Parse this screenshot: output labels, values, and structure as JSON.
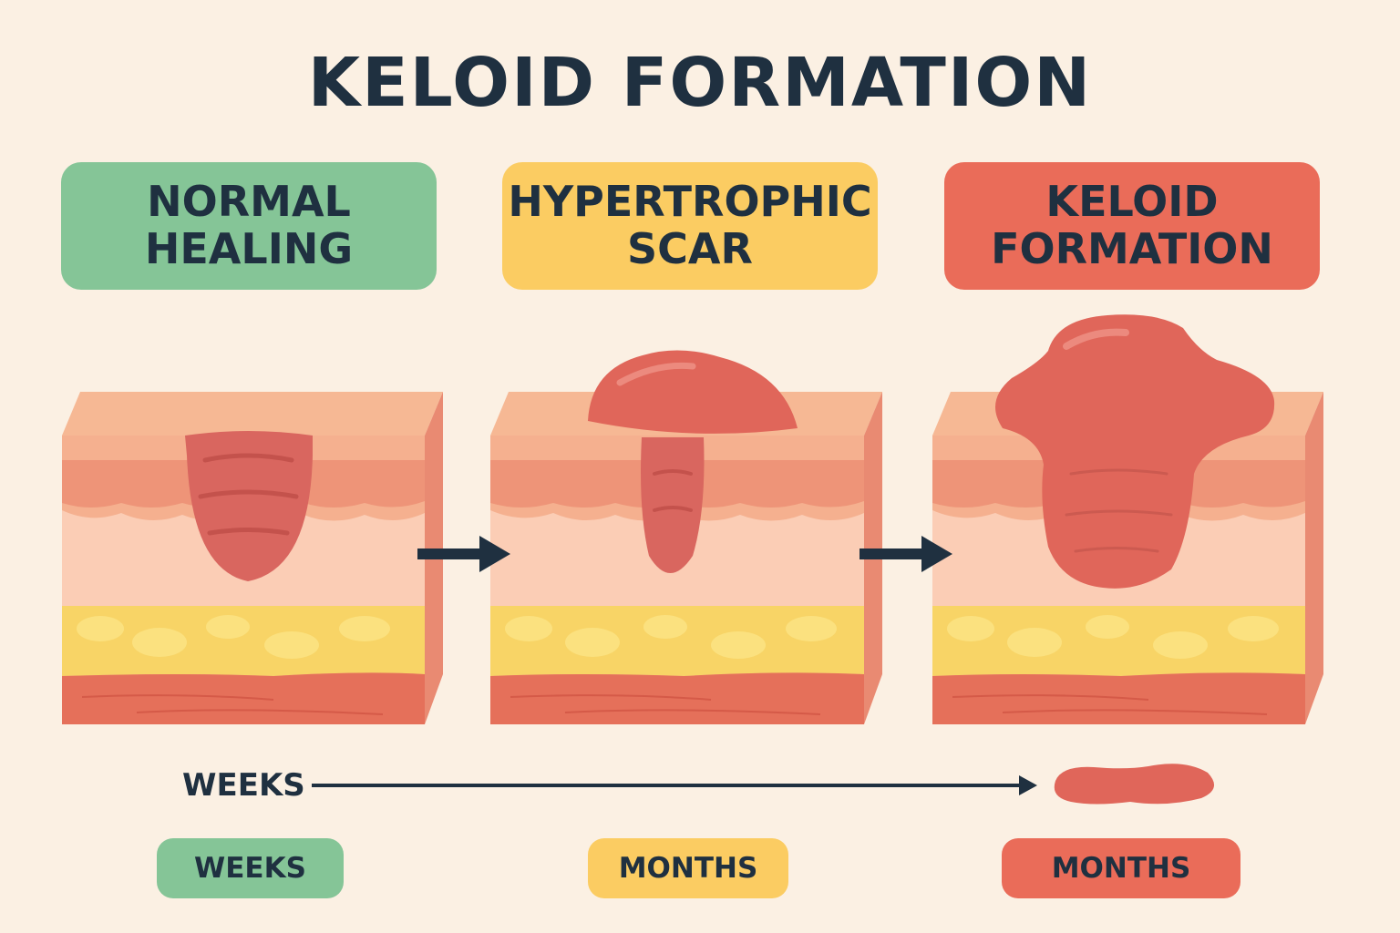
{
  "title": "KELOID FORMATION",
  "stages": [
    {
      "line1": "NORMAL",
      "line2": "HEALING",
      "color": "#85c597"
    },
    {
      "line1": "HYPERTROPHIC",
      "line2": "SCAR",
      "color": "#fbcc62"
    },
    {
      "line1": "KELOID",
      "line2": "FORMATION",
      "color": "#ea6c59"
    }
  ],
  "timeline": {
    "label": "WEEKS"
  },
  "durations": [
    {
      "label": "WEEKS",
      "color": "#85c597"
    },
    {
      "label": "MONTHS",
      "color": "#fbcc62"
    },
    {
      "label": "MONTHS",
      "color": "#ea6c59"
    }
  ],
  "colors": {
    "epidermis": "#f5b08f",
    "dermis_upper": "#ee9478",
    "dermis_lower": "#fbcdb5",
    "fat": "#f8d466",
    "muscle": "#e5705a",
    "scar": "#e0665a",
    "arrow": "#1f3040"
  }
}
